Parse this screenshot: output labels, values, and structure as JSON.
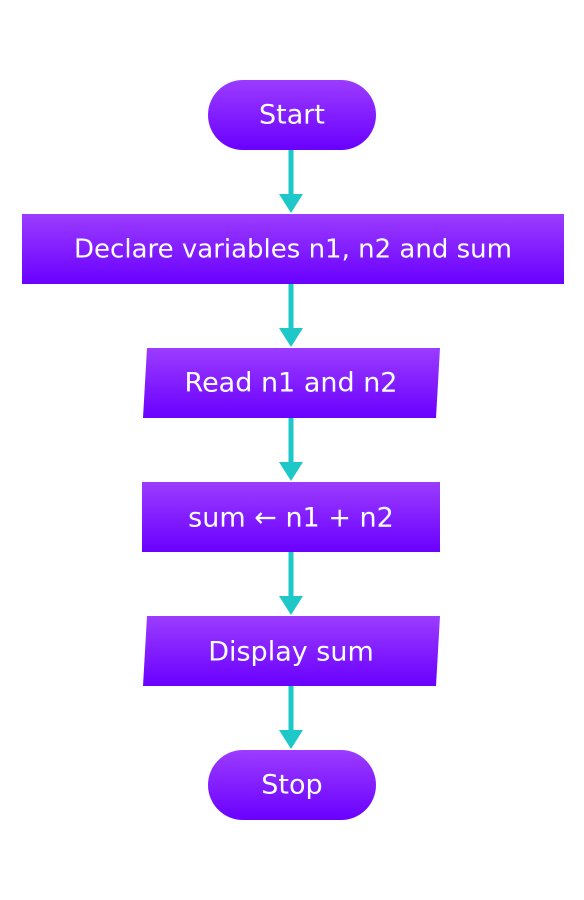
{
  "flowchart": {
    "start": {
      "label": "Start",
      "shape": "terminator"
    },
    "declare": {
      "label": "Declare variables n1, n2 and sum",
      "shape": "process"
    },
    "read": {
      "label": "Read n1 and n2",
      "shape": "input-output"
    },
    "compute": {
      "label": "sum ← n1 + n2",
      "shape": "process"
    },
    "display": {
      "label": "Display sum",
      "shape": "input-output"
    },
    "stop": {
      "label": "Stop",
      "shape": "terminator"
    }
  },
  "colors": {
    "node_top": "#9b3cff",
    "node_bottom": "#6a00ff",
    "arrow": "#1ec8c8",
    "text": "#ffffff"
  }
}
